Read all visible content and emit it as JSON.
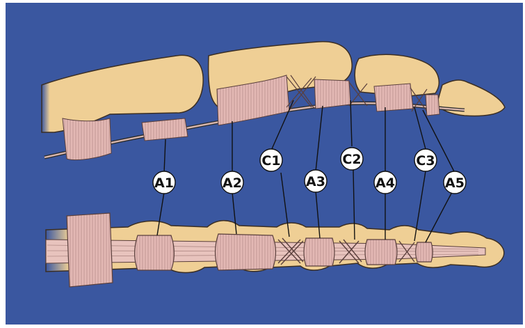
{
  "figure": {
    "background_color": "#3a57a0",
    "bone_color": "#efcf95",
    "sheath_color": "#e3b8b4",
    "line_color": "#1a1a1a",
    "labels": [
      "A1",
      "A2",
      "C1",
      "A3",
      "C2",
      "A4",
      "C3",
      "A5"
    ]
  }
}
